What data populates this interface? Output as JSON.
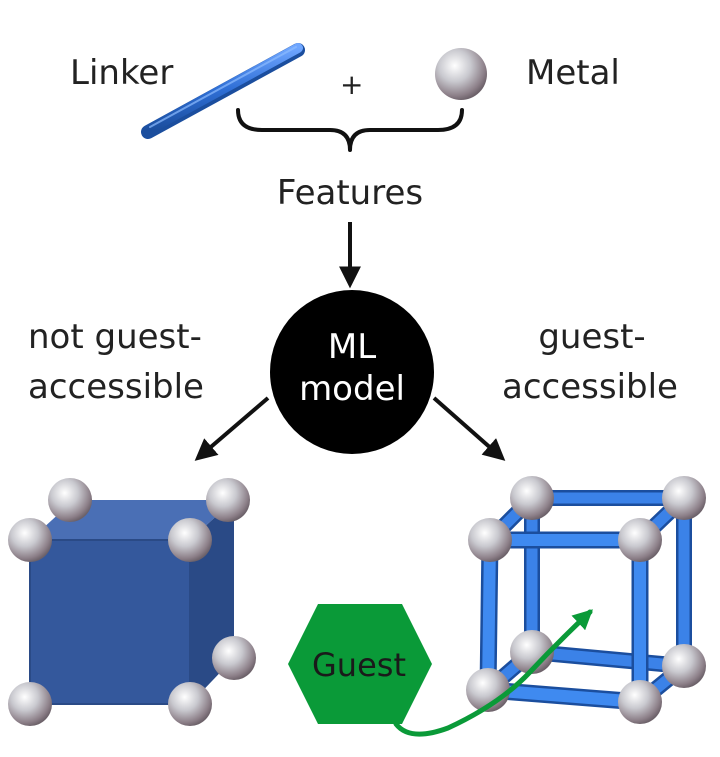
{
  "labels": {
    "linker": "Linker",
    "plus": "+",
    "metal": "Metal",
    "features": "Features",
    "ml_line1": "ML",
    "ml_line2": "model",
    "left_line1": "not guest-",
    "left_line2": "accessible",
    "right_line1": "guest-",
    "right_line2": "accessible",
    "guest": "Guest"
  },
  "colors": {
    "linker": "#2f6fd6",
    "solid_cube": "#34589c",
    "framework": "#2f72dc",
    "ml_circle": "#000000",
    "guest": "#0a9a38",
    "arrow": "#111111",
    "metal": "#bdbdbd"
  }
}
